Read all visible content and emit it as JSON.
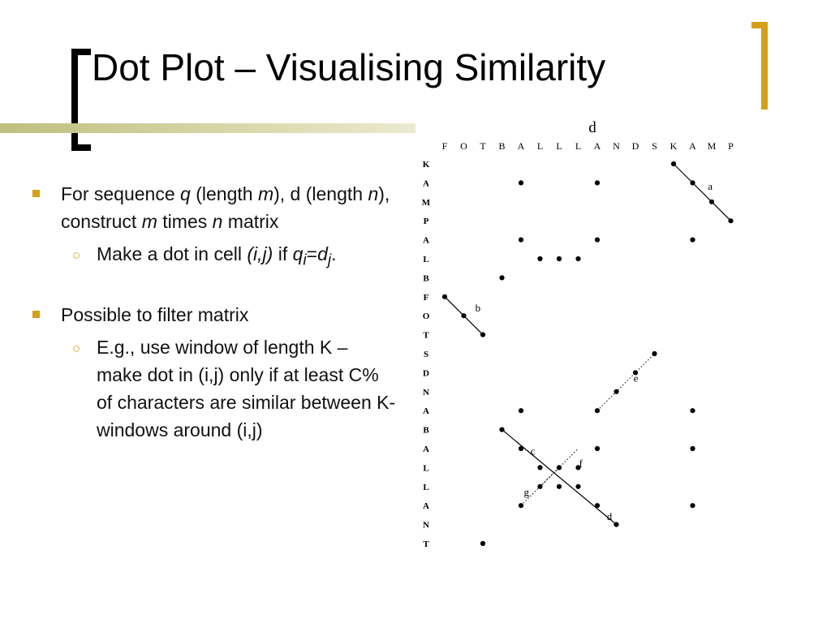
{
  "slide": {
    "title": "Dot Plot – Visualising Similarity",
    "bullet1": {
      "t1": "For sequence ",
      "q": "q",
      "t2": " (length ",
      "m1": "m",
      "t3": "), d (length ",
      "n1": "n",
      "t4": "), construct ",
      "m2": "m",
      "t5": " times ",
      "n2": "n",
      "t6": " matrix"
    },
    "sub1": {
      "t1": "Make a dot in cell ",
      "ij": "(i,j)",
      "t2": " if ",
      "q": "q",
      "i": "i",
      "eq": "=",
      "d": "d",
      "j": "j",
      "end": "."
    },
    "bullet2": "Possible to filter matrix",
    "sub2": "E.g., use window of length K – make dot in (i,j) only if at least C% of characters are similar between K-windows around (i,j)"
  },
  "dotplot": {
    "top_label": "d",
    "columns": [
      "F",
      "O",
      "T",
      "B",
      "A",
      "L",
      "L",
      "L",
      "A",
      "N",
      "D",
      "S",
      "K",
      "A",
      "M",
      "P"
    ],
    "rows": [
      "K",
      "A",
      "M",
      "P",
      "A",
      "L",
      "B",
      "F",
      "O",
      "T",
      "S",
      "D",
      "N",
      "A",
      "B",
      "A",
      "L",
      "L",
      "A",
      "N",
      "T"
    ],
    "dots": [
      [
        12,
        0
      ],
      [
        4,
        1
      ],
      [
        8,
        1
      ],
      [
        13,
        1
      ],
      [
        14,
        2
      ],
      [
        15,
        3
      ],
      [
        4,
        4
      ],
      [
        8,
        4
      ],
      [
        13,
        4
      ],
      [
        5,
        5
      ],
      [
        6,
        5
      ],
      [
        7,
        5
      ],
      [
        3,
        6
      ],
      [
        0,
        7
      ],
      [
        1,
        8
      ],
      [
        2,
        9
      ],
      [
        11,
        10
      ],
      [
        10,
        11
      ],
      [
        9,
        12
      ],
      [
        4,
        13
      ],
      [
        8,
        13
      ],
      [
        13,
        13
      ],
      [
        3,
        14
      ],
      [
        4,
        15
      ],
      [
        8,
        15
      ],
      [
        13,
        15
      ],
      [
        5,
        16
      ],
      [
        6,
        16
      ],
      [
        7,
        16
      ],
      [
        5,
        17
      ],
      [
        6,
        17
      ],
      [
        7,
        17
      ],
      [
        4,
        18
      ],
      [
        8,
        18
      ],
      [
        13,
        18
      ],
      [
        9,
        19
      ],
      [
        2,
        20
      ]
    ],
    "solid_lines": [
      {
        "from": [
          12,
          0
        ],
        "to": [
          15,
          3
        ]
      },
      {
        "from": [
          0,
          7
        ],
        "to": [
          2,
          9
        ]
      },
      {
        "from": [
          3,
          14
        ],
        "to": [
          9,
          19
        ]
      }
    ],
    "dotted_lines": [
      {
        "from": [
          8,
          13
        ],
        "to": [
          11,
          10
        ]
      },
      {
        "from": [
          4,
          18
        ],
        "to": [
          7,
          15
        ]
      },
      {
        "from": [
          5,
          17
        ],
        "to": [
          6,
          16
        ]
      }
    ],
    "annotations": [
      {
        "text": "a",
        "at": [
          13.8,
          1.2
        ]
      },
      {
        "text": "b",
        "at": [
          1.6,
          7.6
        ]
      },
      {
        "text": "c",
        "at": [
          4.5,
          15.15
        ]
      },
      {
        "text": "d",
        "at": [
          8.5,
          18.6
        ]
      },
      {
        "text": "e",
        "at": [
          9.9,
          11.3
        ]
      },
      {
        "text": "f",
        "at": [
          7.05,
          15.8
        ]
      },
      {
        "text": "g",
        "at": [
          4.15,
          17.3
        ]
      }
    ]
  }
}
